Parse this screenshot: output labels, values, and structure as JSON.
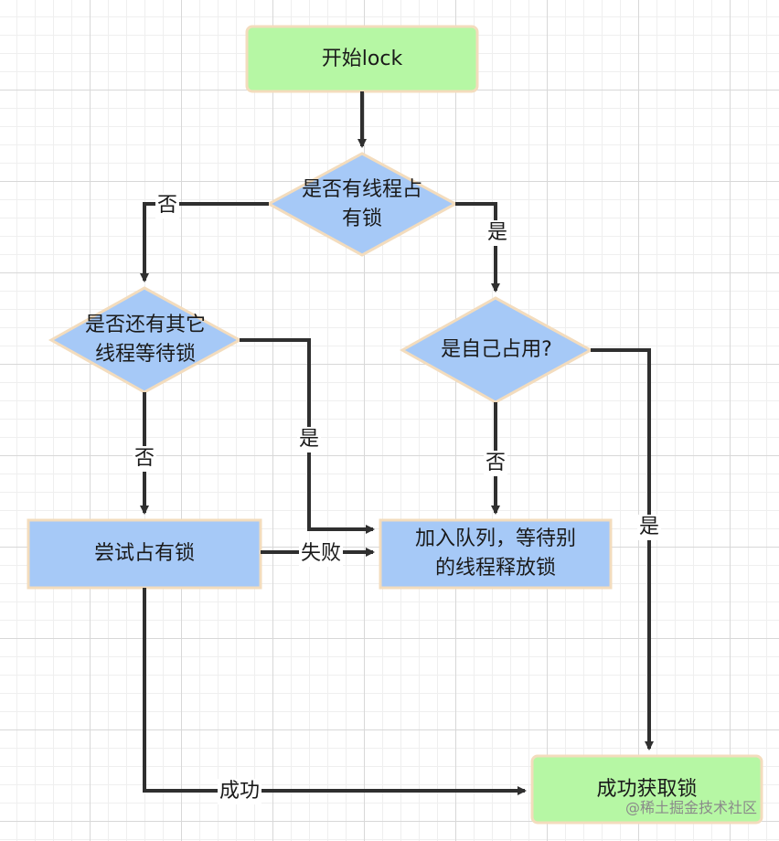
{
  "nodes": {
    "start": "开始lock",
    "decision_lock_held_l1": "是否有线程占",
    "decision_lock_held_l2": "有锁",
    "decision_others_waiting_l1": "是否还有其它",
    "decision_others_waiting_l2": "线程等待锁",
    "decision_self_owned": "是自己占用?",
    "try_acquire": "尝试占有锁",
    "enqueue_l1": "加入队列，等待别",
    "enqueue_l2": "的线程释放锁",
    "success": "成功获取锁"
  },
  "edges": {
    "held_no": "否",
    "held_yes": "是",
    "waiting_yes": "是",
    "waiting_no": "否",
    "self_no": "否",
    "self_yes": "是",
    "try_fail": "失败",
    "try_success": "成功"
  },
  "watermark": "@稀土掘金技术社区",
  "colors": {
    "terminal_fill": "#b6f7a4",
    "terminal_border": "#f3dcbd",
    "process_fill": "#a6c9f7",
    "decision_fill": "#a6c9f7",
    "line": "#2f2f2f"
  }
}
